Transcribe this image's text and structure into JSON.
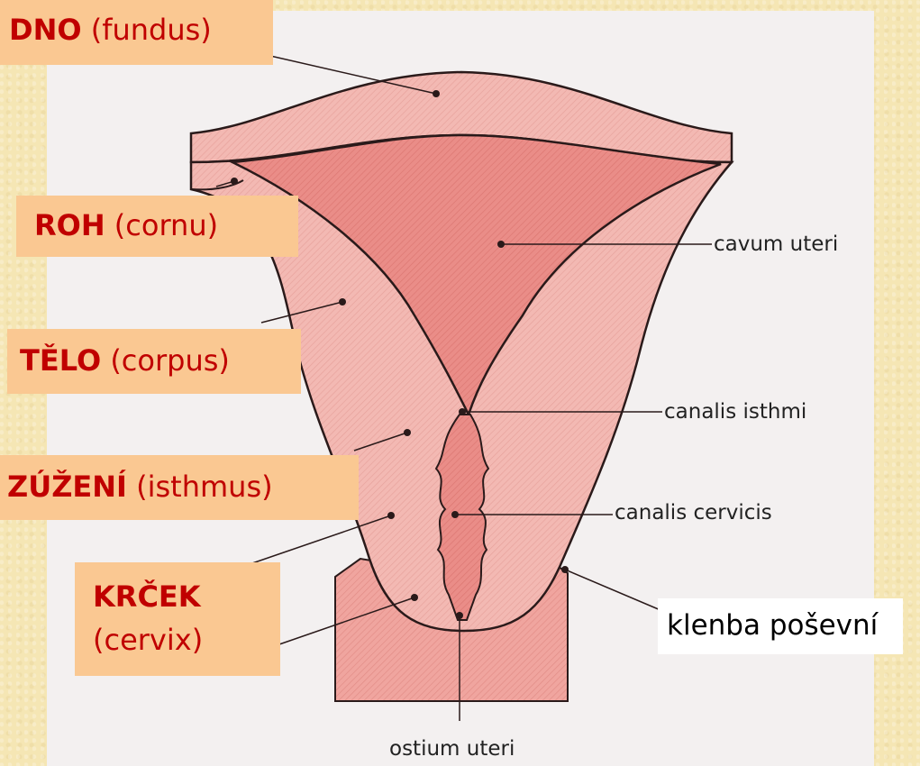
{
  "regions": {
    "fundus": {
      "term": "DNO",
      "latin": "(fundus)"
    },
    "cornu": {
      "term": "ROH",
      "latin": "(cornu)"
    },
    "corpus": {
      "term": "TĚLO",
      "latin": "(corpus)"
    },
    "isthmus": {
      "term": "ZÚŽENÍ",
      "latin": "(isthmus)"
    },
    "cervix": {
      "term": "KRČEK",
      "latin": "(cervix)"
    }
  },
  "labels": {
    "cavum": "cavum uteri",
    "canalis_isthmi": "canalis isthmi",
    "canalis_cervicis": "canalis cervicis",
    "klenba": "klenba poševní",
    "ostium": "ostium uteri"
  },
  "colors": {
    "background": "#f5e6b4",
    "panel": "#f3f0f0",
    "label_box": "#fac892",
    "label_text": "#c00000",
    "wall": "#f2b6b0",
    "cavity": "#e88a86",
    "vagina": "#ee9e98",
    "outline": "#2a1a1a"
  }
}
